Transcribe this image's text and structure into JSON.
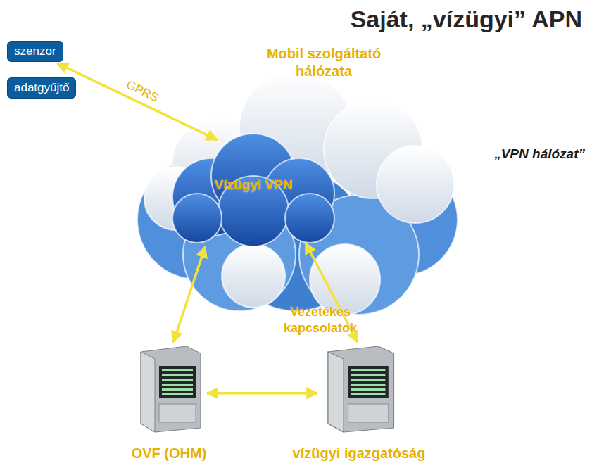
{
  "diagram": {
    "title": "Saját, „vízügyi” APN",
    "nodes": [
      {
        "text": [
          "Mobil szolgáltató hálózata"
        ]
      },
      {
        "text": [
          "Vízügyi VPN"
        ],
        "in": 0
      },
      {
        "text": [
          "szenzor"
        ]
      },
      {
        "text": [
          "adatgyűjtő"
        ]
      },
      {
        "text": [
          "OVF (OHM)"
        ]
      },
      {
        "text": [
          "vízügyi igazgatóság"
        ]
      }
    ],
    "edges": [
      {
        "from": 2,
        "to": 1,
        "arrow": "both",
        "label": "GPRS"
      },
      {
        "from": 1,
        "to": 4,
        "arrow": "both"
      },
      {
        "from": 1,
        "to": 5,
        "arrow": "both"
      },
      {
        "from": 4,
        "to": 5,
        "arrow": "both"
      }
    ],
    "labels": [
      "„VPN hálózat”",
      "Vezetékes kapcsolatok"
    ]
  }
}
